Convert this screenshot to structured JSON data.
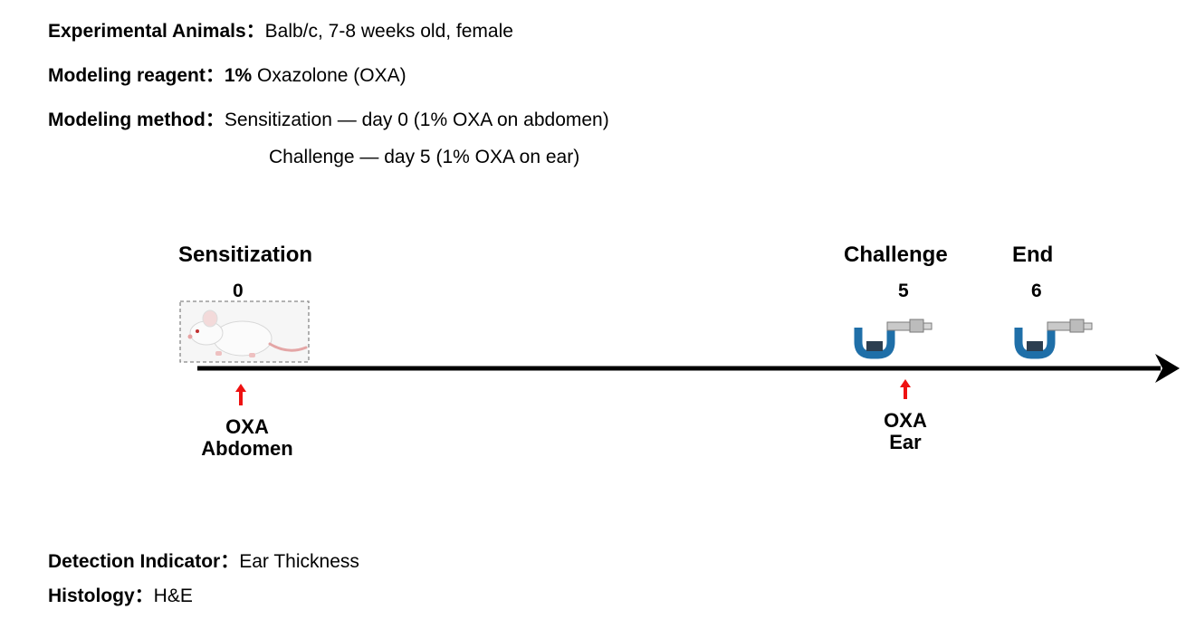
{
  "info": {
    "animals_label": "Experimental Animals：",
    "animals_value": "Balb/c, 7-8 weeks old, female",
    "reagent_label": "Modeling reagent：",
    "reagent_bold": "1%",
    "reagent_value": " Oxazolone (OXA)",
    "method_label": "Modeling method：",
    "method_value_1": "Sensitization — day 0 (1% OXA on abdomen)",
    "method_value_2": "Challenge — day 5 (1% OXA on ear)",
    "detection_label": "Detection Indicator：",
    "detection_value": "Ear Thickness",
    "histology_label": "Histology：",
    "histology_value": "H&E"
  },
  "timeline": {
    "events": [
      {
        "stage": "Sensitization",
        "day": "0",
        "treatment": "OXA",
        "site": "Abdomen"
      },
      {
        "stage": "Challenge",
        "day": "5",
        "treatment": "OXA",
        "site": "Ear"
      },
      {
        "stage": "End",
        "day": "6"
      }
    ],
    "icons": {
      "mouse": "mouse-icon",
      "micrometer": "micrometer-icon",
      "injection": "red-arrow-icon"
    },
    "colors": {
      "axis": "#000000",
      "arrow_marker": "#ee1111",
      "micrometer_body": "#1f6fa8"
    }
  }
}
